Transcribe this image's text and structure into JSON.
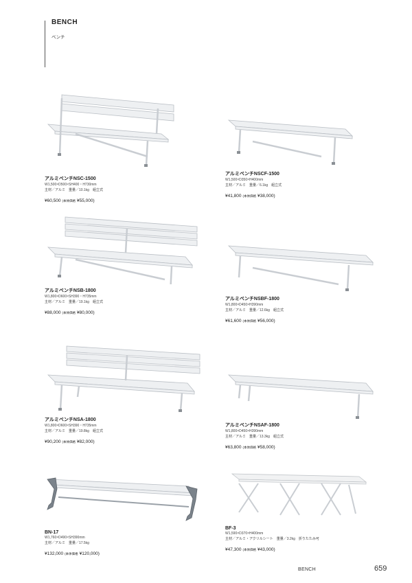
{
  "header": {
    "title": "BENCH",
    "subtitle": "ベンチ"
  },
  "products": [
    {
      "name": "アルミベンチNSC-1500",
      "size": "W1,500×D500×SH400・H730mm",
      "spec": "主材／アルミ　重量／10.1kg　組立式",
      "price": "¥60,500",
      "tag": "(本体価格",
      "base_price": "¥55,000)"
    },
    {
      "name": "アルミベンチNSCF-1500",
      "size": "W1,500×D350×H400mm",
      "spec": "主材／アルミ　重量／6.1kg　組立式",
      "price": "¥41,800",
      "tag": "(本体価格",
      "base_price": "¥38,000)"
    },
    {
      "name": "アルミベンチNSB-1800",
      "size": "W1,800×D600×SH390・H735mm",
      "spec": "主材／アルミ　重量／19.1kg　組立式",
      "price": "¥88,000",
      "tag": "(本体価格",
      "base_price": "¥80,000)"
    },
    {
      "name": "アルミベンチNSBF-1800",
      "size": "W1,800×D450×H390mm",
      "spec": "主材／アルミ　重量／12.6kg　組立式",
      "price": "¥61,600",
      "tag": "(本体価格",
      "base_price": "¥56,000)"
    },
    {
      "name": "アルミベンチNSA-1800",
      "size": "W1,800×D600×SH390・H735mm",
      "spec": "主材／アルミ　重量／19.8kg　組立式",
      "price": "¥90,200",
      "tag": "(本体価格",
      "base_price": "¥82,000)"
    },
    {
      "name": "アルミベンチNSAF-1800",
      "size": "W1,800×D450×H390mm",
      "spec": "主材／アルミ　重量／13.3kg　組立式",
      "price": "¥63,800",
      "tag": "(本体価格",
      "base_price": "¥58,000)"
    },
    {
      "name": "BN-17",
      "size": "W1,760×D490×SH390mm",
      "spec": "主材／アルミ　重量／17.5kg",
      "price": "¥132,000",
      "tag": "(本体価格",
      "base_price": "¥120,000)"
    },
    {
      "name": "BF-3",
      "size": "W1,590×D370×H400mm",
      "spec": "主材／アルミ・アクリルシート　重量／3.2kg　折りたたみ可",
      "price": "¥47,300",
      "tag": "(本体価格",
      "base_price": "¥43,000)"
    }
  ],
  "footer": {
    "label": "BENCH",
    "page": "659"
  }
}
